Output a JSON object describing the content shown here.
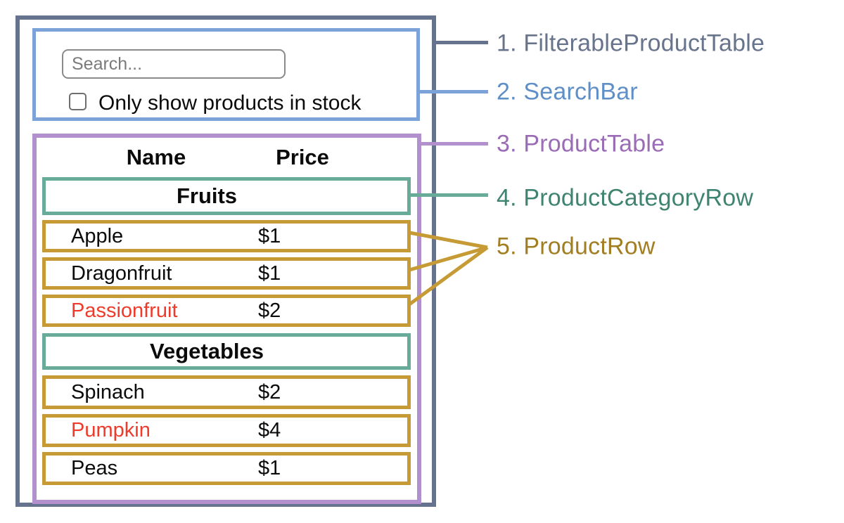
{
  "mock": {
    "search_placeholder": "Search...",
    "checkbox_label": "Only show products in stock",
    "checkbox_checked": false,
    "columns": {
      "name": "Name",
      "price": "Price"
    },
    "sections": [
      {
        "category": "Fruits",
        "rows": [
          {
            "name": "Apple",
            "price": "$1",
            "out_of_stock": false
          },
          {
            "name": "Dragonfruit",
            "price": "$1",
            "out_of_stock": false
          },
          {
            "name": "Passionfruit",
            "price": "$2",
            "out_of_stock": true
          }
        ]
      },
      {
        "category": "Vegetables",
        "rows": [
          {
            "name": "Spinach",
            "price": "$2",
            "out_of_stock": false
          },
          {
            "name": "Pumpkin",
            "price": "$4",
            "out_of_stock": true
          },
          {
            "name": "Peas",
            "price": "$1",
            "out_of_stock": false
          }
        ]
      }
    ]
  },
  "legend": [
    {
      "label": "1. FilterableProductTable",
      "color": "#68748c"
    },
    {
      "label": "2. SearchBar",
      "color": "#5e8fc7"
    },
    {
      "label": "3. ProductTable",
      "color": "#9a6cb5"
    },
    {
      "label": "4. ProductCategoryRow",
      "color": "#3f8470"
    },
    {
      "label": "5. ProductRow",
      "color": "#a17e22"
    }
  ],
  "colors": {
    "filterable_product_table_border": "#66738e",
    "search_bar_border": "#7ba3d9",
    "product_table_border": "#b290cd",
    "product_category_row_border": "#68ab98",
    "product_row_border": "#c69b35",
    "out_of_stock_text": "#ee3b2b"
  }
}
